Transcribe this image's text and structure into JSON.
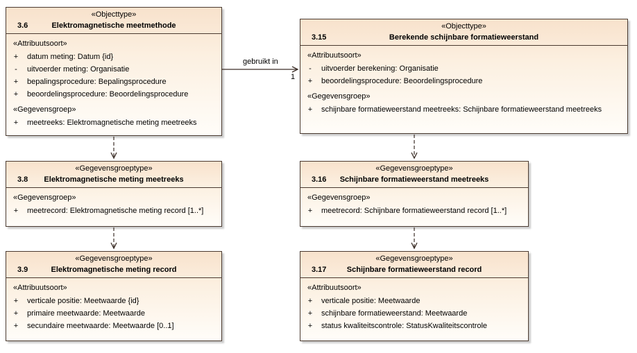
{
  "connector": {
    "label": "gebruikt in",
    "multiplicity_target": "1"
  },
  "boxes": {
    "b36": {
      "stereotype": "«Objecttype»",
      "number": "3.6",
      "title": "Elektromagnetische meetmethode",
      "sections": [
        {
          "heading": "«Attribuutsoort»",
          "items": [
            {
              "vis": "+",
              "text": "datum meting: Datum {id}"
            },
            {
              "vis": "-",
              "text": "uitvoerder meting: Organisatie"
            },
            {
              "vis": "+",
              "text": "bepalingsprocedure: Bepalingsprocedure"
            },
            {
              "vis": "+",
              "text": "beoordelingsprocedure: Beoordelingsprocedure"
            }
          ]
        },
        {
          "heading": "«Gegevensgroep»",
          "items": [
            {
              "vis": "+",
              "text": "meetreeks: Elektromagnetische meting meetreeks"
            }
          ]
        }
      ]
    },
    "b315": {
      "stereotype": "«Objecttype»",
      "number": "3.15",
      "title": "Berekende schijnbare formatieweerstand",
      "sections": [
        {
          "heading": "«Attribuutsoort»",
          "items": [
            {
              "vis": "-",
              "text": "uitvoerder berekening: Organisatie"
            },
            {
              "vis": "+",
              "text": "beoordelingsprocedure: Beoordelingsprocedure"
            }
          ]
        },
        {
          "heading": "«Gegevensgroep»",
          "items": [
            {
              "vis": "+",
              "text": "schijnbare formatieweerstand meetreeks: Schijnbare formatieweerstand meetreeks"
            }
          ]
        }
      ]
    },
    "b38": {
      "stereotype": "«Gegevensgroeptype»",
      "number": "3.8",
      "title": "Elektromagnetische meting meetreeks",
      "sections": [
        {
          "heading": "«Gegevensgroep»",
          "items": [
            {
              "vis": "+",
              "text": "meetrecord: Elektromagnetische meting record [1..*]"
            }
          ]
        }
      ]
    },
    "b316": {
      "stereotype": "«Gegevensgroeptype»",
      "number": "3.16",
      "title": "Schijnbare formatieweerstand meetreeks",
      "sections": [
        {
          "heading": "«Gegevensgroep»",
          "items": [
            {
              "vis": "+",
              "text": "meetrecord: Schijnbare formatieweerstand record [1..*]"
            }
          ]
        }
      ]
    },
    "b39": {
      "stereotype": "«Gegevensgroeptype»",
      "number": "3.9",
      "title": "Elektromagnetische meting record",
      "sections": [
        {
          "heading": "«Attribuutsoort»",
          "items": [
            {
              "vis": "+",
              "text": "verticale positie: Meetwaarde {id}"
            },
            {
              "vis": "+",
              "text": "primaire meetwaarde: Meetwaarde"
            },
            {
              "vis": "+",
              "text": "secundaire meetwaarde: Meetwaarde [0..1]"
            }
          ]
        }
      ]
    },
    "b317": {
      "stereotype": "«Gegevensgroeptype»",
      "number": "3.17",
      "title": "Schijnbare formatieweerstand record",
      "sections": [
        {
          "heading": "«Attribuutsoort»",
          "items": [
            {
              "vis": "+",
              "text": "verticale positie: Meetwaarde"
            },
            {
              "vis": "+",
              "text": "schijnbare formatieweerstand: Meetwaarde"
            },
            {
              "vis": "+",
              "text": "status kwaliteitscontrole: StatusKwaliteitscontrole"
            }
          ]
        }
      ]
    }
  }
}
